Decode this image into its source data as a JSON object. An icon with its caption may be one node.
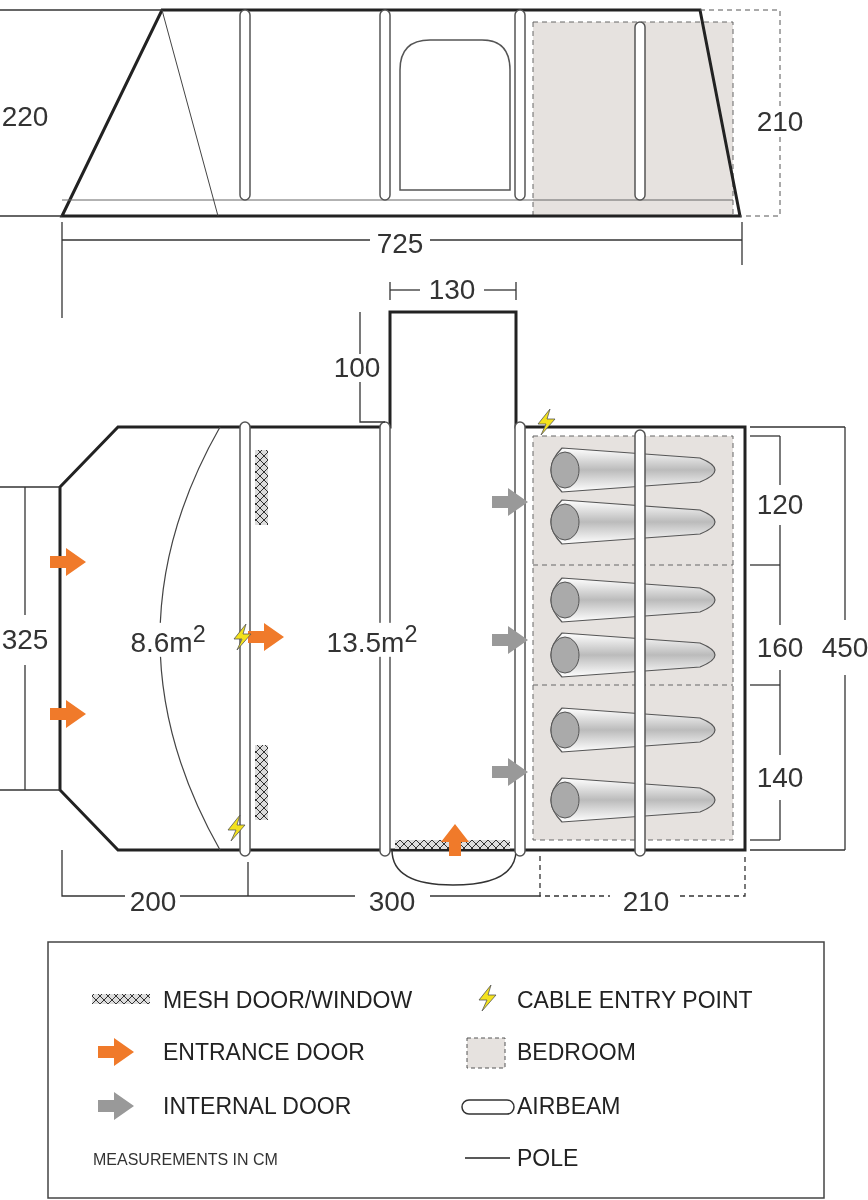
{
  "diagram": {
    "labels": [
      "220",
      "210",
      "725",
      "130",
      "100",
      "120",
      "325",
      "8.6m$^{2}$",
      "13.5m$^{2}$",
      "160",
      "450",
      "140",
      "200",
      "300",
      "210",
      "MEASUREMENTS IN CM"
    ],
    "legend": [
      {
        "text": "MESH DOOR/WINDOW"
      },
      {
        "text": "CABLE ENTRY POINT"
      },
      {
        "text": "ENTRANCE DOOR"
      },
      {
        "text": "BEDROOM"
      },
      {
        "text": "INTERNAL DOOR"
      },
      {
        "text": "AIRBEAM"
      },
      {
        "text": "POLE"
      }
    ]
  }
}
